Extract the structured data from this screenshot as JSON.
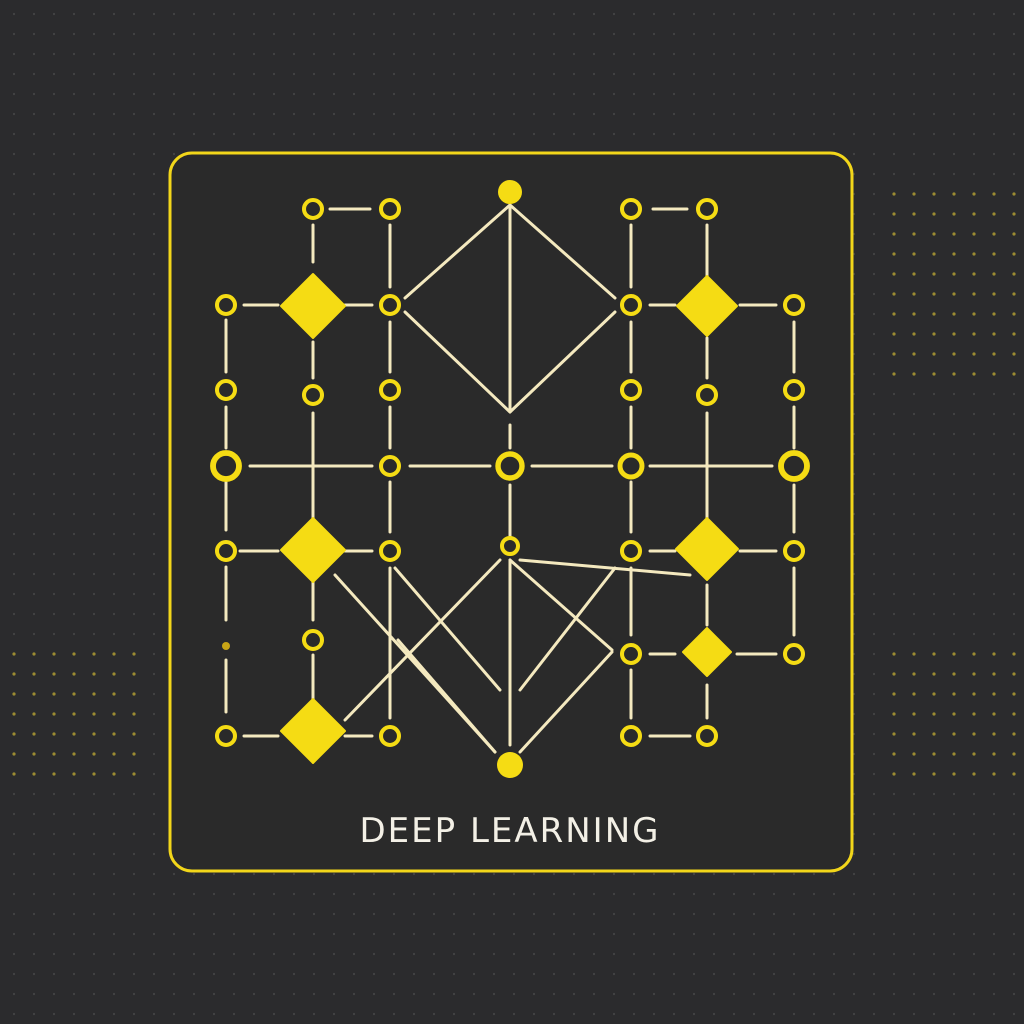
{
  "caption": "DEEP LEARNING",
  "colors": {
    "background": "#2b2b2d",
    "panel": "#2a2a2a",
    "accent": "#f2d61a",
    "node_fill": "#f5dc14",
    "line": "#f4e9bf",
    "text": "#f3f0e6",
    "dots": "#5a5a5a"
  },
  "icons": {
    "panel": "rounded-square-frame",
    "node": "ring-circle",
    "hub": "solid-circle",
    "junction": "diamond"
  }
}
